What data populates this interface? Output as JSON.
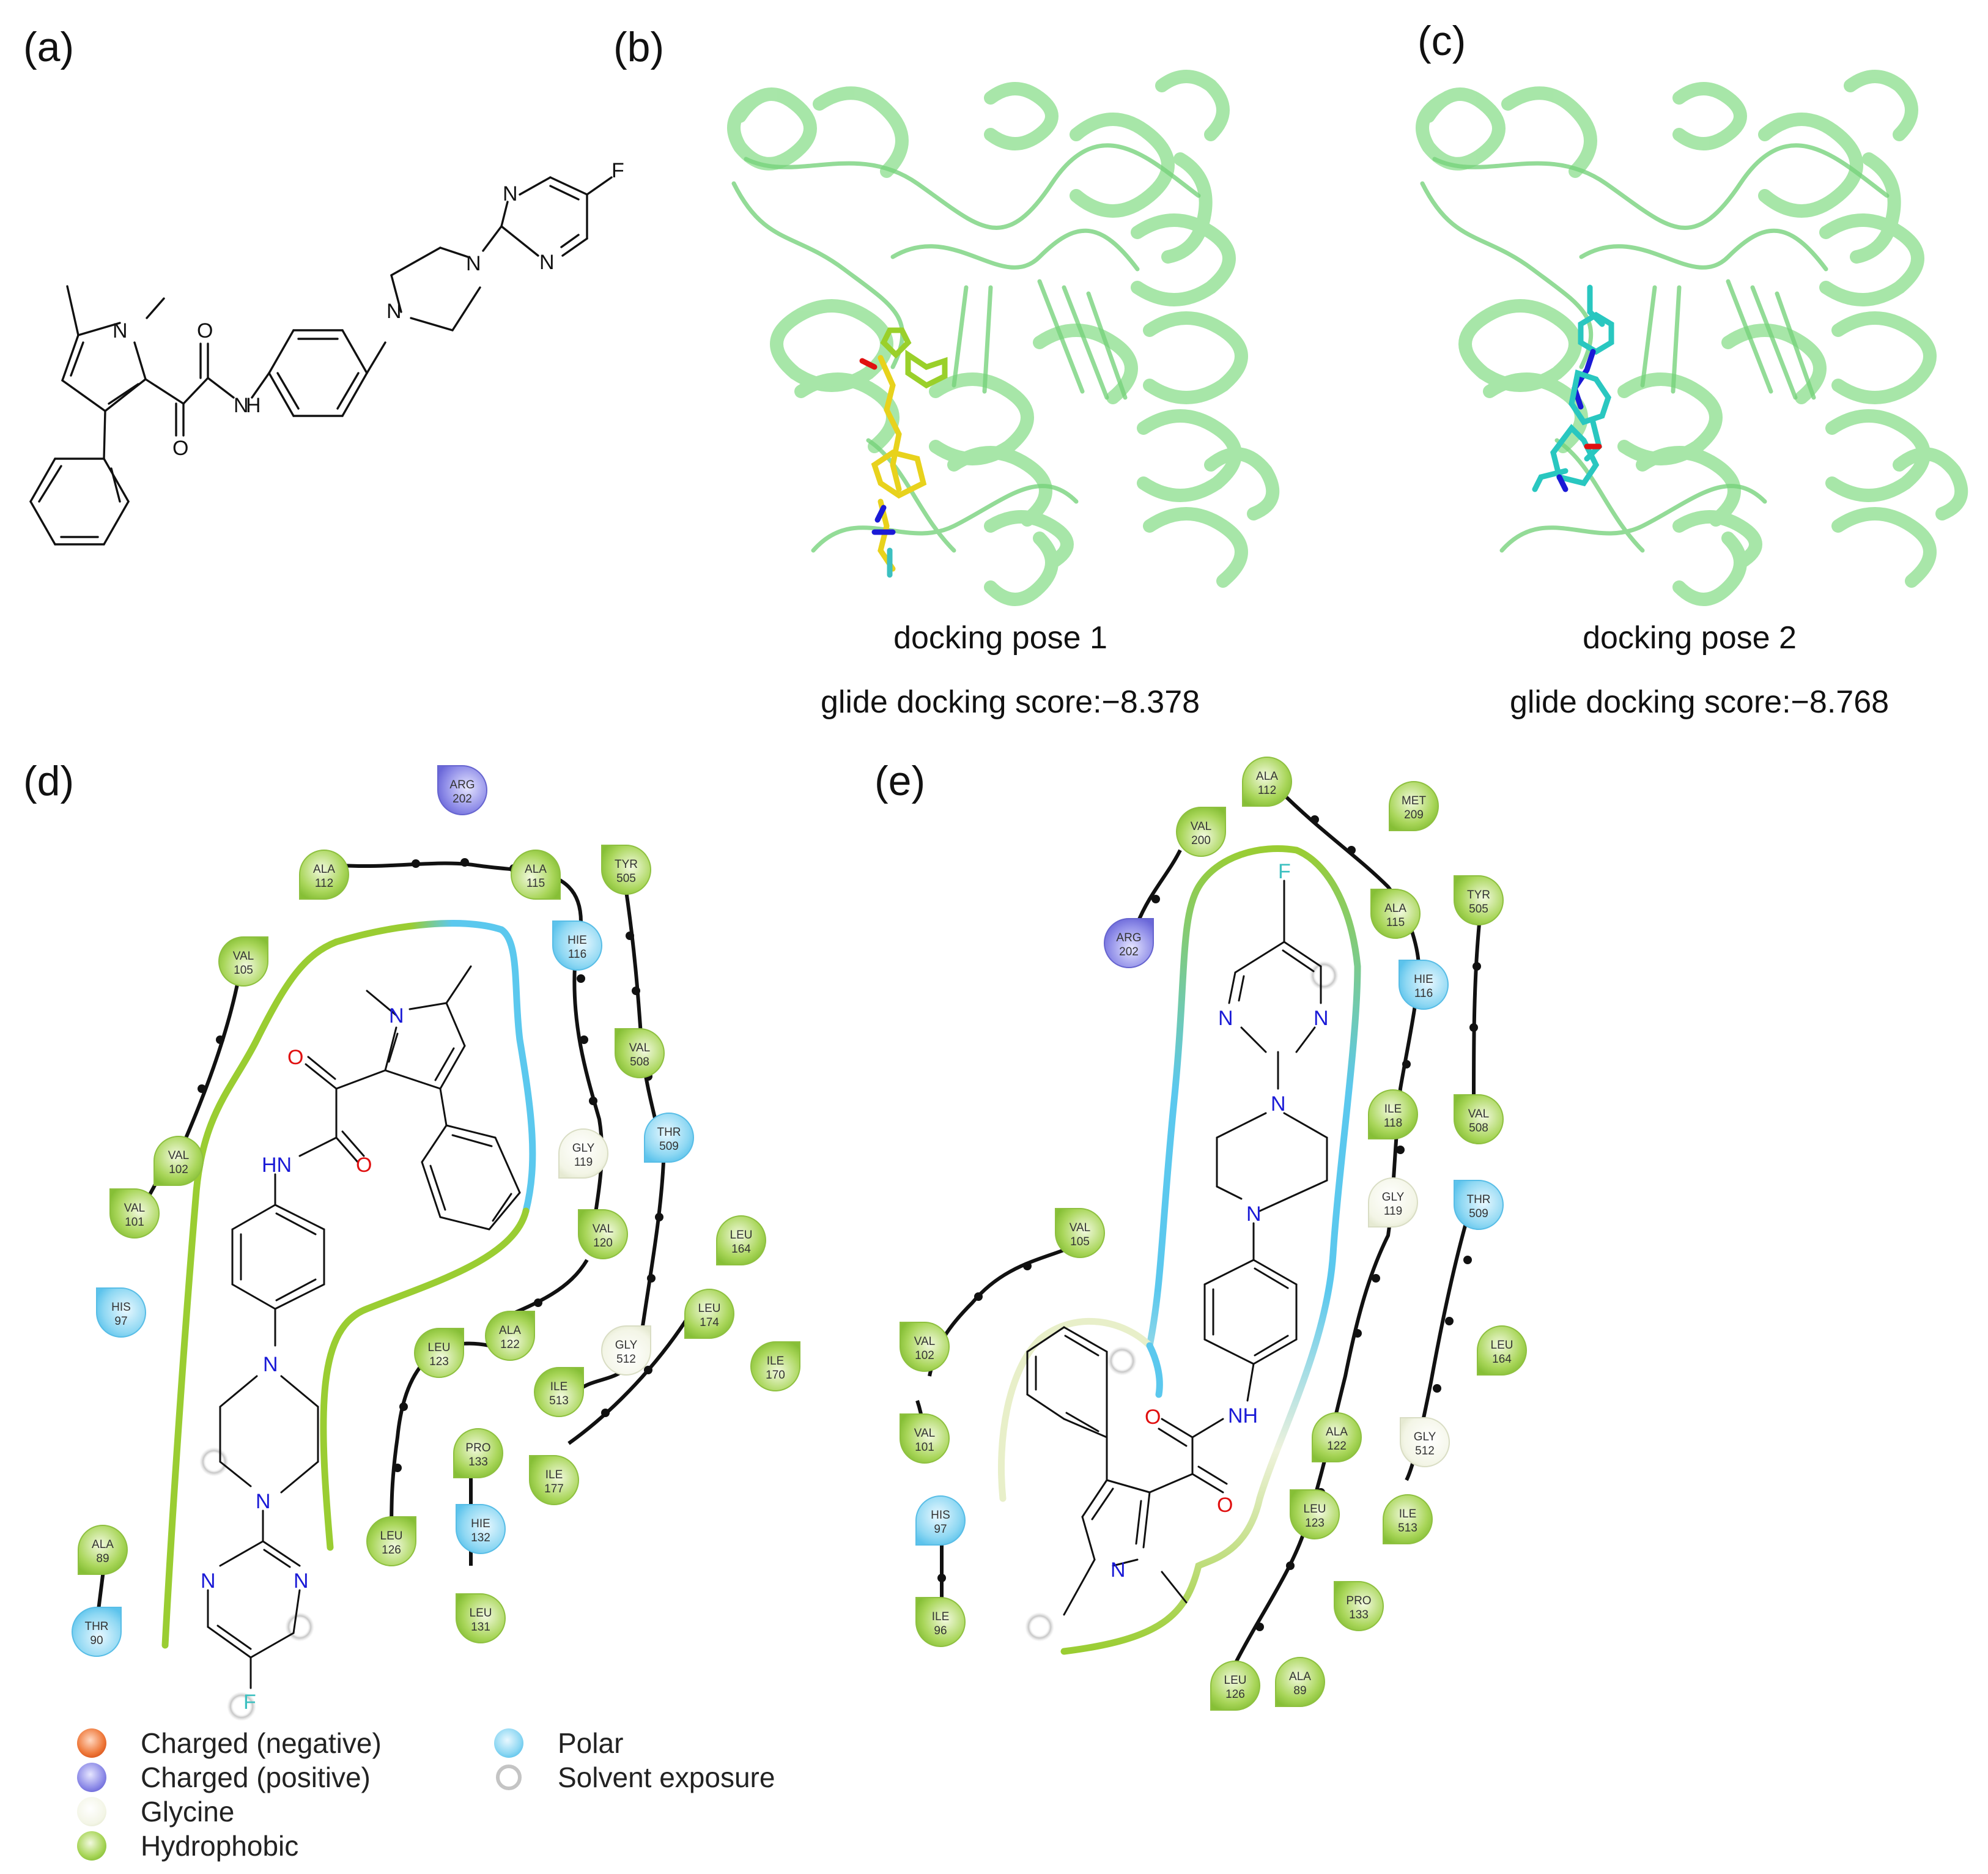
{
  "panels": {
    "a": {
      "label": "(a)"
    },
    "b": {
      "label": "(b)",
      "caption": "docking pose 1",
      "score": "glide docking score:−8.378"
    },
    "c": {
      "label": "(c)",
      "caption": "docking pose 2",
      "score": "glide docking score:−8.768"
    },
    "d": {
      "label": "(d)"
    },
    "e": {
      "label": "(e)"
    }
  },
  "atoms_a": {
    "N1": "N",
    "O1": "O",
    "O2": "O",
    "NH": "N",
    "H": "H",
    "N2": "N",
    "N3": "N",
    "N4": "N",
    "N5": "N",
    "F": "F"
  },
  "atoms_d": {
    "N1": "N",
    "O1": "O",
    "HN": "HN",
    "O2": "O",
    "N2": "N",
    "N3": "N",
    "N4": "N",
    "N5": "N",
    "F": "F"
  },
  "atoms_e": {
    "F": "F",
    "N1": "N",
    "N2": "N",
    "N3": "N",
    "N4": "N",
    "NH": "NH",
    "O1": "O",
    "O2": "O",
    "N5": "N"
  },
  "residues_d": [
    {
      "name": "ARG",
      "num": "202",
      "type": "positive"
    },
    {
      "name": "ALA",
      "num": "112",
      "type": "hydrophobic"
    },
    {
      "name": "ALA",
      "num": "115",
      "type": "hydrophobic"
    },
    {
      "name": "TYR",
      "num": "505",
      "type": "hydrophobic"
    },
    {
      "name": "VAL",
      "num": "105",
      "type": "hydrophobic"
    },
    {
      "name": "HIE",
      "num": "116",
      "type": "polar"
    },
    {
      "name": "VAL",
      "num": "508",
      "type": "hydrophobic"
    },
    {
      "name": "THR",
      "num": "509",
      "type": "polar"
    },
    {
      "name": "GLY",
      "num": "119",
      "type": "glycine"
    },
    {
      "name": "VAL",
      "num": "102",
      "type": "hydrophobic"
    },
    {
      "name": "VAL",
      "num": "101",
      "type": "hydrophobic"
    },
    {
      "name": "VAL",
      "num": "120",
      "type": "hydrophobic"
    },
    {
      "name": "LEU",
      "num": "164",
      "type": "hydrophobic"
    },
    {
      "name": "HIS",
      "num": "97",
      "type": "polar"
    },
    {
      "name": "ALA",
      "num": "122",
      "type": "hydrophobic"
    },
    {
      "name": "LEU",
      "num": "123",
      "type": "hydrophobic"
    },
    {
      "name": "GLY",
      "num": "512",
      "type": "glycine"
    },
    {
      "name": "LEU",
      "num": "174",
      "type": "hydrophobic"
    },
    {
      "name": "ILE",
      "num": "170",
      "type": "hydrophobic"
    },
    {
      "name": "ILE",
      "num": "513",
      "type": "hydrophobic"
    },
    {
      "name": "PRO",
      "num": "133",
      "type": "hydrophobic"
    },
    {
      "name": "ILE",
      "num": "177",
      "type": "hydrophobic"
    },
    {
      "name": "HIE",
      "num": "132",
      "type": "polar"
    },
    {
      "name": "LEU",
      "num": "126",
      "type": "hydrophobic"
    },
    {
      "name": "ALA",
      "num": "89",
      "type": "hydrophobic"
    },
    {
      "name": "THR",
      "num": "90",
      "type": "polar"
    },
    {
      "name": "LEU",
      "num": "131",
      "type": "hydrophobic"
    }
  ],
  "residues_e": [
    {
      "name": "ALA",
      "num": "112",
      "type": "hydrophobic"
    },
    {
      "name": "MET",
      "num": "209",
      "type": "hydrophobic"
    },
    {
      "name": "VAL",
      "num": "200",
      "type": "hydrophobic"
    },
    {
      "name": "ALA",
      "num": "115",
      "type": "hydrophobic"
    },
    {
      "name": "TYR",
      "num": "505",
      "type": "hydrophobic"
    },
    {
      "name": "ARG",
      "num": "202",
      "type": "positive"
    },
    {
      "name": "HIE",
      "num": "116",
      "type": "polar"
    },
    {
      "name": "ILE",
      "num": "118",
      "type": "hydrophobic"
    },
    {
      "name": "VAL",
      "num": "508",
      "type": "hydrophobic"
    },
    {
      "name": "GLY",
      "num": "119",
      "type": "glycine"
    },
    {
      "name": "THR",
      "num": "509",
      "type": "polar"
    },
    {
      "name": "VAL",
      "num": "105",
      "type": "hydrophobic"
    },
    {
      "name": "VAL",
      "num": "102",
      "type": "hydrophobic"
    },
    {
      "name": "LEU",
      "num": "164",
      "type": "hydrophobic"
    },
    {
      "name": "VAL",
      "num": "101",
      "type": "hydrophobic"
    },
    {
      "name": "ALA",
      "num": "122",
      "type": "hydrophobic"
    },
    {
      "name": "GLY",
      "num": "512",
      "type": "glycine"
    },
    {
      "name": "HIS",
      "num": "97",
      "type": "polar"
    },
    {
      "name": "LEU",
      "num": "123",
      "type": "hydrophobic"
    },
    {
      "name": "ILE",
      "num": "513",
      "type": "hydrophobic"
    },
    {
      "name": "ILE",
      "num": "96",
      "type": "hydrophobic"
    },
    {
      "name": "PRO",
      "num": "133",
      "type": "hydrophobic"
    },
    {
      "name": "LEU",
      "num": "126",
      "type": "hydrophobic"
    },
    {
      "name": "ALA",
      "num": "89",
      "type": "hydrophobic"
    }
  ],
  "legend": [
    {
      "label": "Charged (negative)",
      "color": "#e8632a"
    },
    {
      "label": "Charged (positive)",
      "color": "#7a78e6"
    },
    {
      "label": "Glycine",
      "color": "#f4f6e8"
    },
    {
      "label": "Hydrophobic",
      "color": "#8cc63f"
    },
    {
      "label": "Polar",
      "color": "#7fd4f2"
    },
    {
      "label": "Solvent exposure",
      "color": "#cfcfcf"
    }
  ],
  "colors": {
    "protein": "#9fe6a0",
    "pose1_ligand": "#e8d21c",
    "pose2_ligand": "#29c7c0",
    "nitrogen": "#1a1ad6",
    "oxygen": "#e01010",
    "fluorine": "#3cc0c0",
    "pocket_hydrophobic": "#9acd32",
    "pocket_polar": "#5bc8ee"
  }
}
